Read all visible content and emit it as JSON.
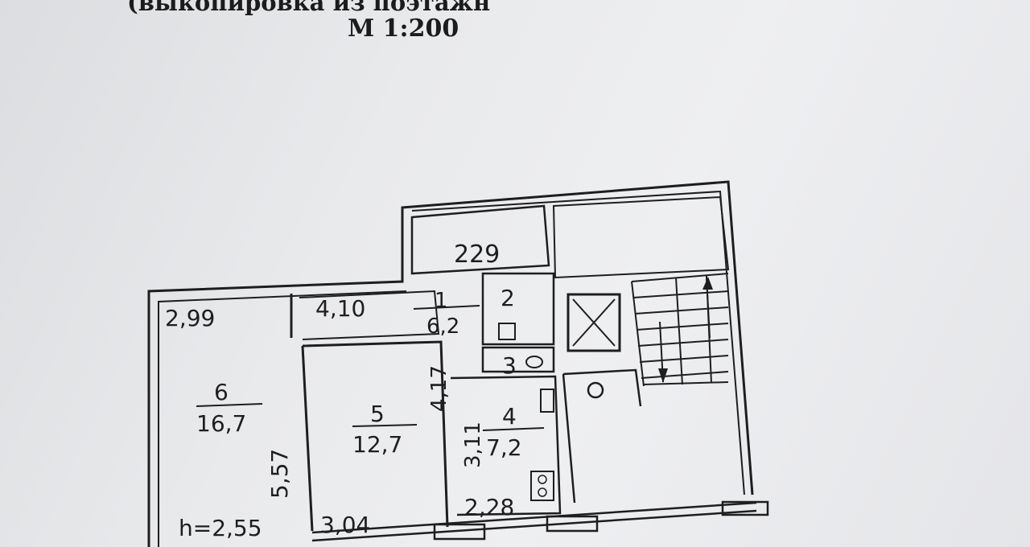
{
  "header": {
    "subtitle": "(выкопировка из поэтажн",
    "scale": "М 1:200"
  },
  "plan": {
    "ceiling_height": "h=2,55",
    "balcony_label": "229",
    "rooms": [
      {
        "number": "1",
        "area": "6,2"
      },
      {
        "number": "2",
        "area": ""
      },
      {
        "number": "3",
        "area": ""
      },
      {
        "number": "4",
        "area": "7,2"
      },
      {
        "number": "5",
        "area": "12,7"
      },
      {
        "number": "6",
        "area": "16,7"
      }
    ],
    "dimensions": [
      "2,99",
      "4,10",
      "4,17",
      "5,57",
      "3,04",
      "3,11",
      "2,28"
    ]
  },
  "colors": {
    "paper": "#e8e9eb",
    "ink": "#1e1e1e"
  }
}
